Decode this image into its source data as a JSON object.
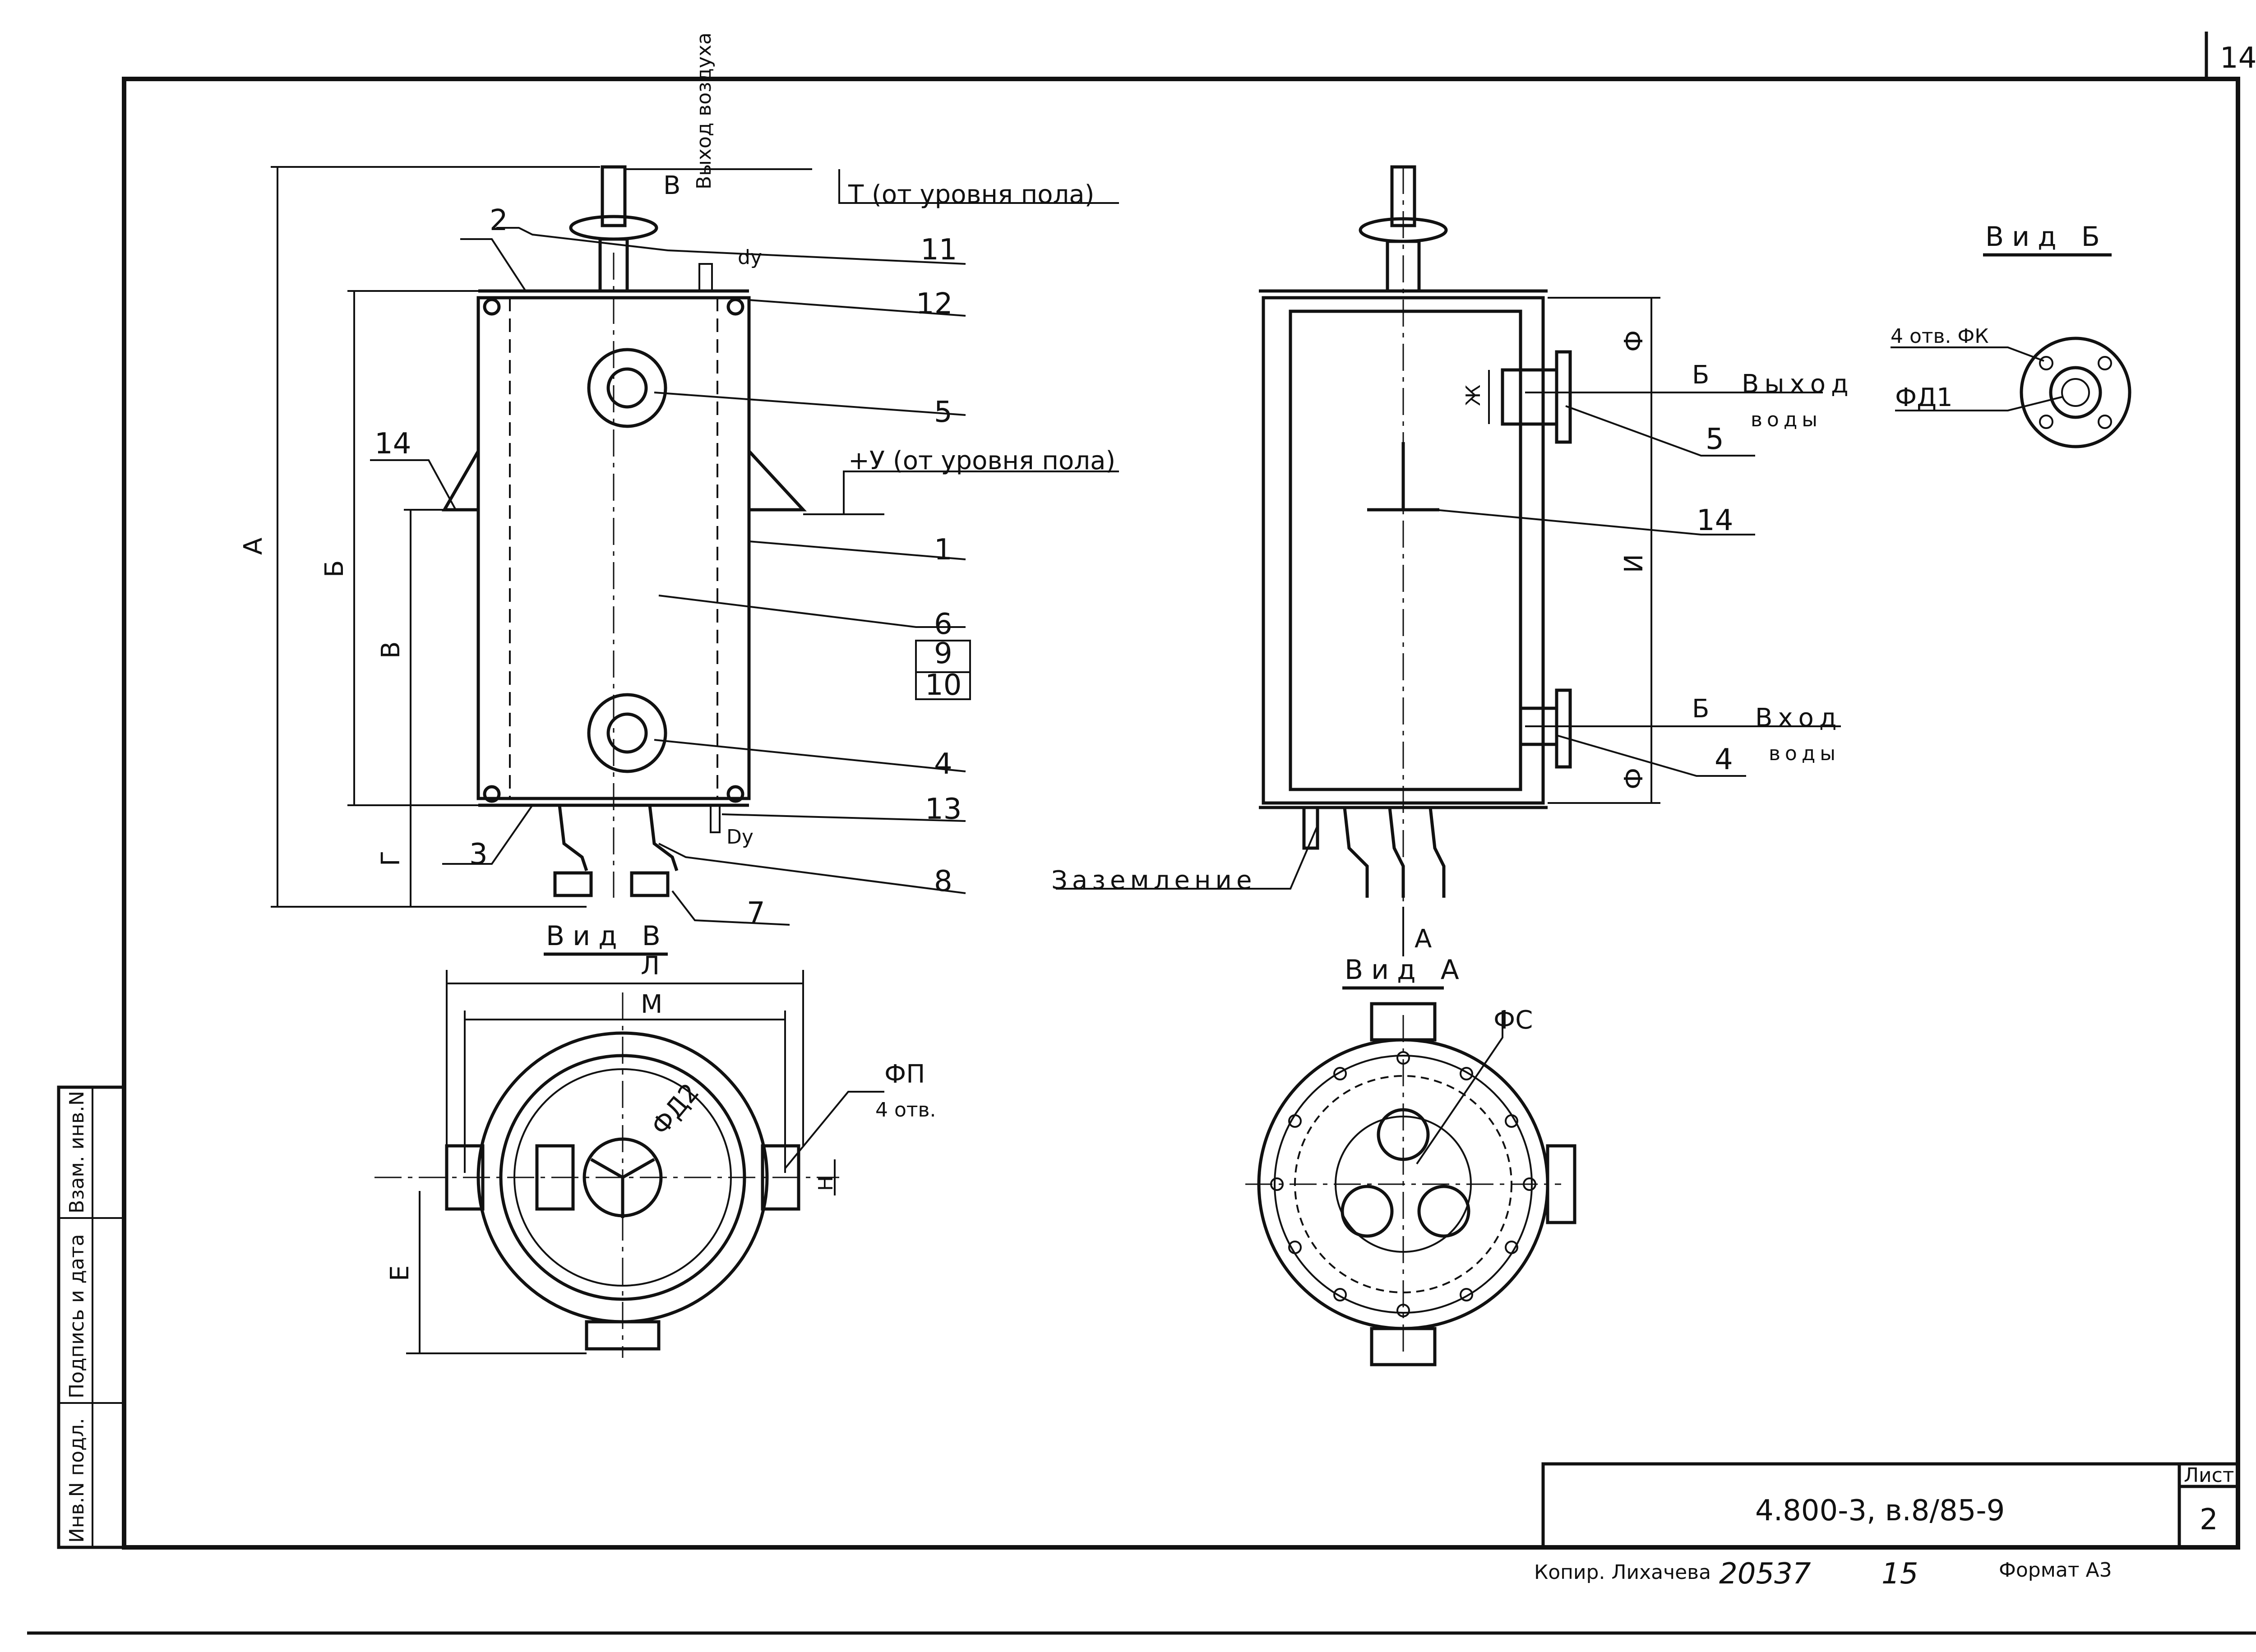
{
  "sheet": {
    "page_number": "14",
    "list_label": "Лист",
    "list_number": "2",
    "designation": "4.800-3, в.8/85-9"
  },
  "footer": {
    "copier": "Копир. Лихачева",
    "number_a": "20537",
    "number_b": "15",
    "format": "Формат А3"
  },
  "stamp_column": [
    "Инв.N подл.",
    "Подпись и дата",
    "Взам. инв.N"
  ],
  "views": {
    "view_b_cyr": "Вид Б",
    "view_v": "Вид В",
    "view_a": "Вид А"
  },
  "front": {
    "t_level": "Т (от уровня пола)",
    "y_level": "+У (от уровня пола)",
    "air_out": "Выход воздуха",
    "dims": {
      "a": "А",
      "b": "Б",
      "v": "В",
      "g": "Г",
      "dy_top": "dу",
      "dy_bottom": "Dу",
      "vv": "В"
    },
    "callouts": {
      "c1": "1",
      "c2": "2",
      "c3": "3",
      "c4": "4",
      "c5": "5",
      "c6": "6",
      "c7": "7",
      "c8": "8",
      "c9": "9",
      "c10": "10",
      "c11": "11",
      "c12": "12",
      "c13": "13",
      "c14": "14"
    }
  },
  "side": {
    "water_out": "Выход",
    "water_out2": "воды",
    "water_in": "Вход",
    "water_in2": "воды",
    "grounding": "Заземление",
    "section_b": "Б",
    "arrow_a": "А",
    "dims": {
      "f": "Ф",
      "i": "И",
      "zh": "Ж"
    },
    "callouts": {
      "c5": "5",
      "c14": "14",
      "c4": "4"
    }
  },
  "view_b": {
    "holes": "4 отв. ФК",
    "d1": "ФД1"
  },
  "view_v": {
    "l": "Л",
    "m": "М",
    "d2": "ФД2",
    "p": "ФП",
    "p_holes": "4 отв.",
    "n": "Н",
    "e": "Е"
  },
  "view_a": {
    "c": "ФС"
  }
}
